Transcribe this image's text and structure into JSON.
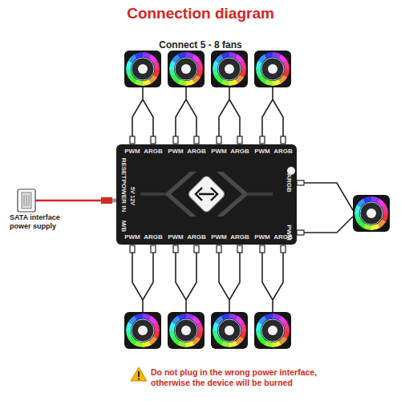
{
  "diagram": {
    "title": "Connection diagram",
    "nodes": [
      {
        "text": [
          "PWM",
          "ARGB",
          "PWM",
          "ARGB",
          "PWM",
          "ARGB",
          "PWM",
          "ARGB",
          "RESET",
          "POWER IN",
          "5V 12V",
          "M/B",
          "ARGB",
          "PWM",
          "PWM",
          "ARGB",
          "PWM",
          "ARGB",
          "PWM",
          "ARGB",
          "PWM",
          "ARGB"
        ]
      }
    ],
    "labels": [
      "Connect 5 - 8 fans",
      "SATA interface power supply",
      "Do not plug in the wrong power interface, otherwise the device will be burned"
    ]
  }
}
